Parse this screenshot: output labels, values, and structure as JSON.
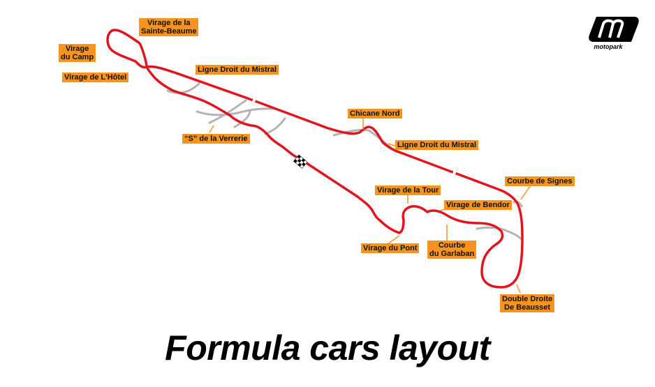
{
  "title": "Formula cars layout",
  "brand": "motopark",
  "colors": {
    "track": "#e0151d",
    "unused_track": "#b3b3b3",
    "label_bg": "#f7941d",
    "title": "#000000"
  },
  "icons": [
    "checkered-flag-icon",
    "motopark-logo-icon"
  ],
  "corners": [
    {
      "id": "c1",
      "label": "Virage de la\nSainte-Beaume"
    },
    {
      "id": "c2",
      "label": "Virage\ndu Camp"
    },
    {
      "id": "c3",
      "label": "Virage de  L'Hôtel"
    },
    {
      "id": "c4",
      "label": "Ligne Droit du Mistral"
    },
    {
      "id": "c5",
      "label": "“S” de la Verrerie"
    },
    {
      "id": "c6",
      "label": "Chicane Nord"
    },
    {
      "id": "c7",
      "label": "Ligne Droit du Mistral"
    },
    {
      "id": "c8",
      "label": "Courbe de Signes"
    },
    {
      "id": "c9",
      "label": "Virage de la Tour"
    },
    {
      "id": "c10",
      "label": "Virage de Bendor"
    },
    {
      "id": "c11",
      "label": "Courbe\ndu Garlaban"
    },
    {
      "id": "c12",
      "label": "Virage du Pont"
    },
    {
      "id": "c13",
      "label": "Double Droite\nDe Beausset"
    }
  ]
}
